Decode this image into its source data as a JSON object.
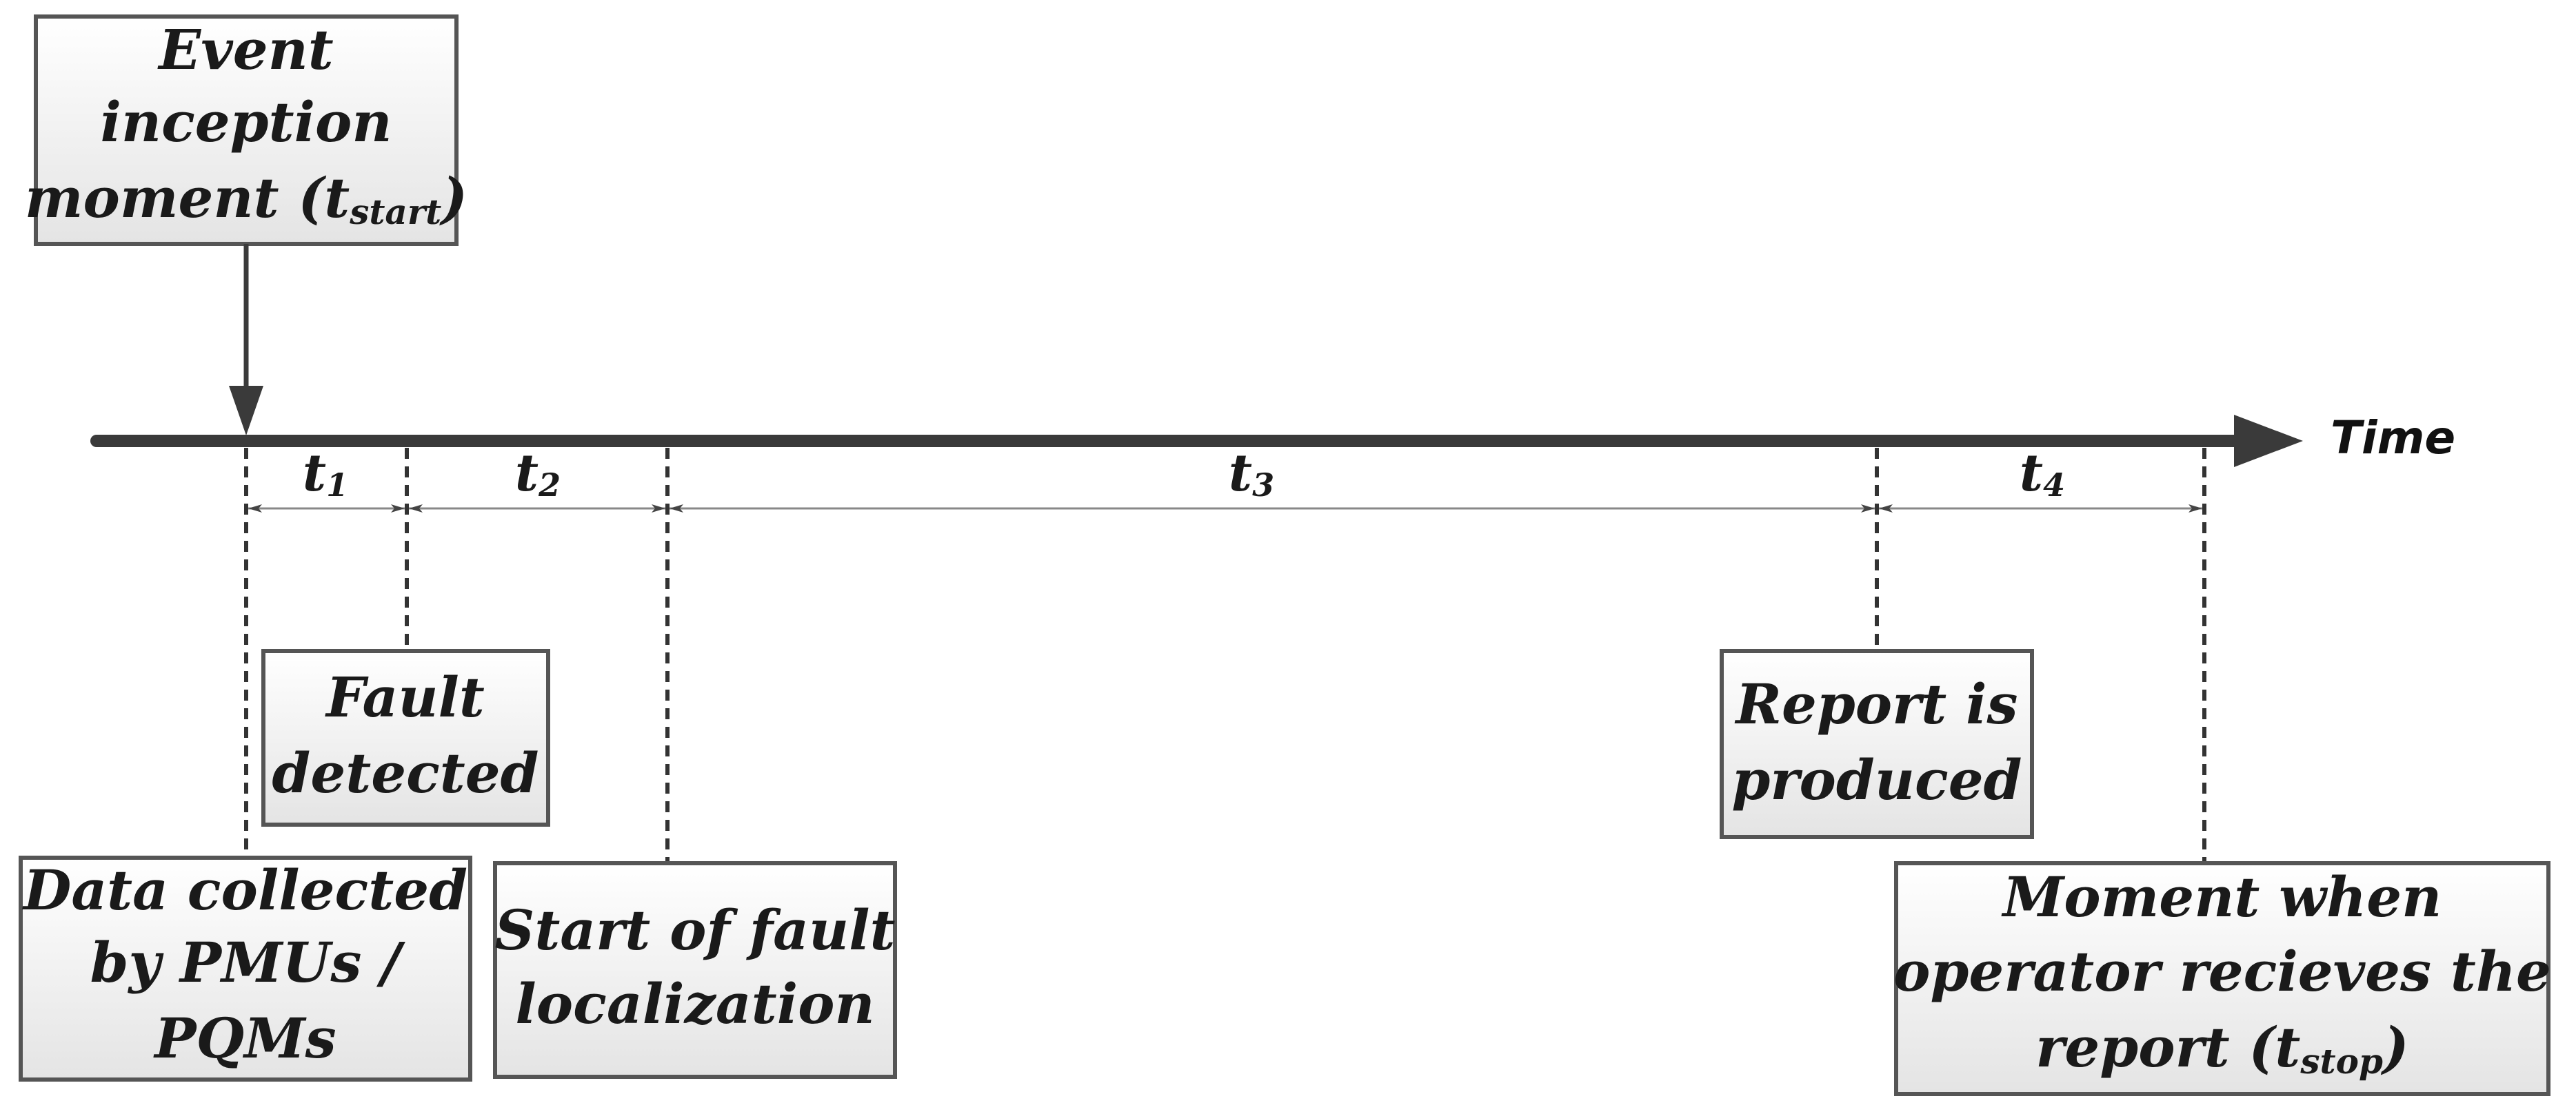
{
  "axis": {
    "label": "Time"
  },
  "boxes": {
    "event_inception": {
      "lines": [
        "Event",
        "inception",
        "moment (t"
      ],
      "sub": "start",
      "tail": ")"
    },
    "fault_detected": {
      "lines": [
        "Fault",
        "detected"
      ]
    },
    "data_collected": {
      "lines": [
        "Data collected",
        "by PMUs /",
        "PQMs"
      ]
    },
    "start_localization": {
      "lines": [
        "Start of fault",
        "localization"
      ]
    },
    "report_produced": {
      "lines": [
        "Report is",
        "produced"
      ]
    },
    "operator_receives": {
      "lines": [
        "Moment when",
        "operator recieves the",
        "report (t"
      ],
      "sub": "stop",
      "tail": ")"
    }
  },
  "intervals": {
    "t1": {
      "base": "t",
      "sub": "1"
    },
    "t2": {
      "base": "t",
      "sub": "2"
    },
    "t3": {
      "base": "t",
      "sub": "3"
    },
    "t4": {
      "base": "t",
      "sub": "4"
    }
  }
}
